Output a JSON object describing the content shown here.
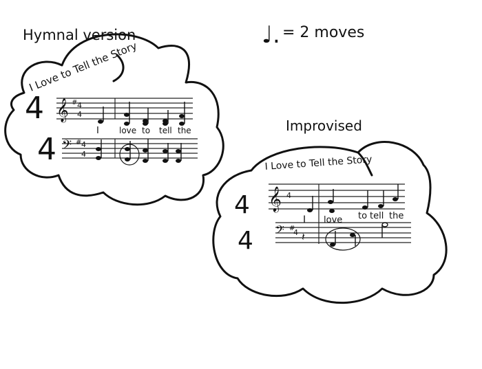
{
  "labels": {
    "hymnal": "Hymnal version",
    "legend_note": "♩.",
    "legend_text": "= 2 moves",
    "improvised": "Improvised"
  },
  "hymnal_sheet": {
    "title": "I Love to Tell the Story",
    "time_sig_top": "4",
    "time_sig_bottom": "4",
    "lyrics": [
      "I",
      "love",
      "to",
      "tell",
      "the"
    ]
  },
  "improvised_sheet": {
    "title": "I Love to Tell the Story",
    "time_sig_top": "4",
    "time_sig_bottom": "4",
    "lyrics": [
      "I",
      "love",
      "to",
      "tell",
      "the"
    ]
  }
}
